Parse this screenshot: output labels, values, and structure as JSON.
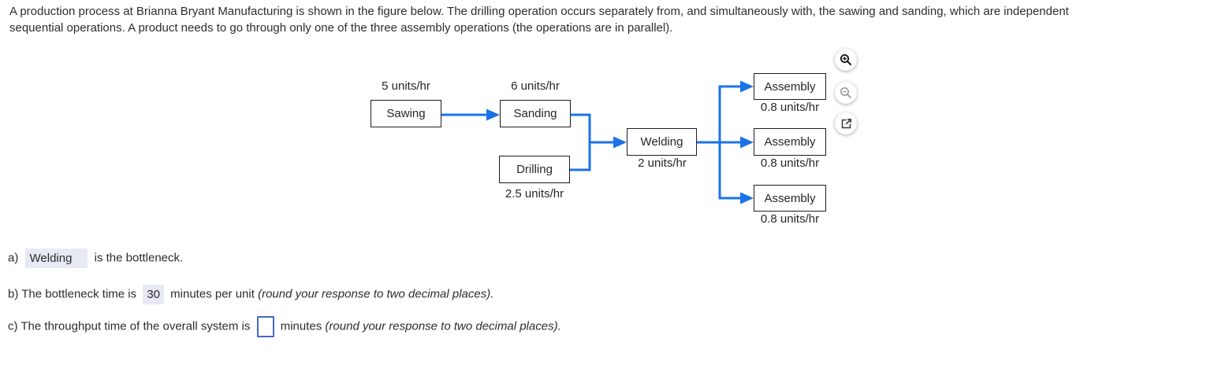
{
  "problem": {
    "line1": "A production process at Brianna Bryant Manufacturing is shown in the figure below. The drilling operation occurs separately from, and simultaneously with, the sawing and sanding, which are independent",
    "line2": "sequential operations. A product needs to go through only one of the three assembly operations (the operations are in parallel)."
  },
  "diagram": {
    "sawing": {
      "label": "Sawing",
      "rate": "5 units/hr"
    },
    "sanding": {
      "label": "Sanding",
      "rate": "6 units/hr"
    },
    "drilling": {
      "label": "Drilling",
      "rate": "2.5 units/hr"
    },
    "welding": {
      "label": "Welding",
      "rate": "2 units/hr"
    },
    "assembly_top": {
      "label": "Assembly",
      "rate": "0.8 units/hr"
    },
    "assembly_middle": {
      "label": "Assembly",
      "rate": "0.8 units/hr"
    },
    "assembly_bottom": {
      "label": "Assembly",
      "rate": "0.8 units/hr"
    }
  },
  "toolbar": {
    "icons": [
      "zoom-in-icon",
      "zoom-out-icon",
      "open-in-new-icon"
    ]
  },
  "questions": {
    "a": {
      "prefix": "a)",
      "answer": "Welding",
      "suffix": "is the bottleneck."
    },
    "b": {
      "prefix": "b) The bottleneck time is",
      "answer": "30",
      "mid": "minutes per unit",
      "note": "(round your response to two decimal places)."
    },
    "c": {
      "prefix": "c) The throughput time of the overall system is",
      "input_value": "",
      "mid": "minutes",
      "note": "(round your response to two decimal places)."
    }
  },
  "colors": {
    "arrow_blue": "#1a73e8",
    "answer_highlight": "#e7eaf5",
    "input_border": "#4667c8",
    "box_border": "#1d1d1d"
  }
}
